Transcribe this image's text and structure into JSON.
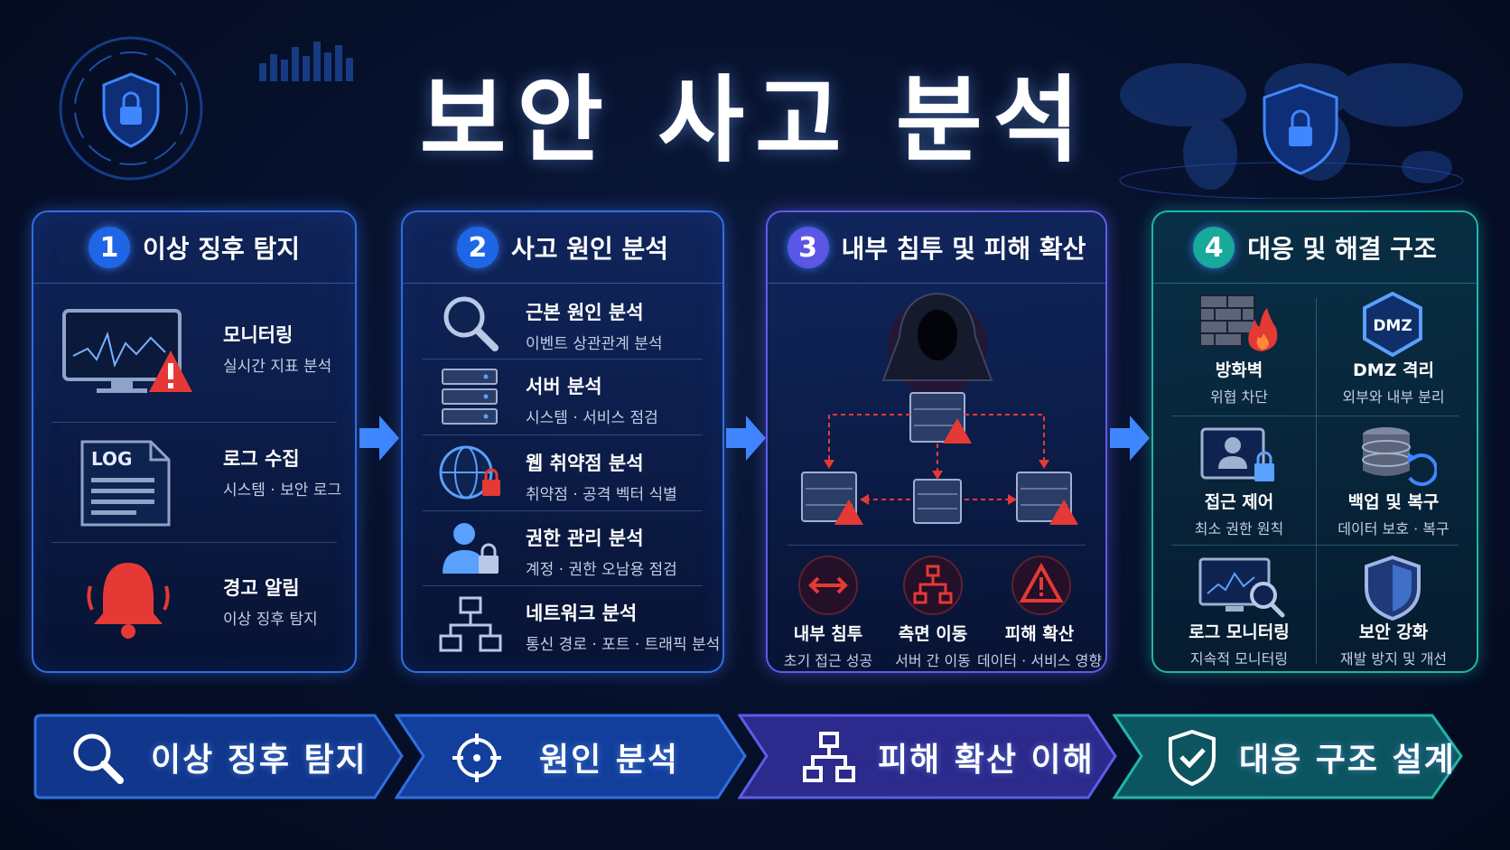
{
  "title": "보안 사고 분석",
  "deco": {
    "log_label": "LOG",
    "dmz_label": "DMZ"
  },
  "panels": [
    {
      "number": "1",
      "title": "이상 징후 탐지",
      "items": [
        {
          "label": "모니터링",
          "sub": "실시간 지표 분석",
          "icon": "monitor-alert-icon"
        },
        {
          "label": "로그 수집",
          "sub": "시스템 · 보안 로그",
          "icon": "log-document-icon"
        },
        {
          "label": "경고 알림",
          "sub": "이상 징후 탐지",
          "icon": "alarm-bell-icon"
        }
      ]
    },
    {
      "number": "2",
      "title": "사고 원인 분석",
      "items": [
        {
          "label": "근본 원인 분석",
          "sub": "이벤트 상관관계 분석",
          "icon": "magnifier-icon"
        },
        {
          "label": "서버 분석",
          "sub": "시스템 · 서비스 점검",
          "icon": "server-icon"
        },
        {
          "label": "웹 취약점 분석",
          "sub": "취약점 · 공격 벡터 식별",
          "icon": "web-lock-icon"
        },
        {
          "label": "권한 관리 분석",
          "sub": "계정 · 권한 오남용 점검",
          "icon": "user-lock-icon"
        },
        {
          "label": "네트워크 분석",
          "sub": "통신 경로 · 포트 · 트래픽 분석",
          "icon": "network-icon"
        }
      ]
    },
    {
      "number": "3",
      "title": "내부 침투 및 피해 확산",
      "items": [
        {
          "label": "내부 침투",
          "sub": "초기 접근 성공",
          "icon": "swap-arrow-icon"
        },
        {
          "label": "측면 이동",
          "sub": "서버 간 이동",
          "icon": "lateral-move-icon"
        },
        {
          "label": "피해 확산",
          "sub": "데이터 · 서비스 영향",
          "icon": "warning-icon"
        }
      ]
    },
    {
      "number": "4",
      "title": "대응 및 해결 구조",
      "items": [
        {
          "label": "방화벽",
          "sub": "위협 차단",
          "icon": "firewall-icon"
        },
        {
          "label": "DMZ 격리",
          "sub": "외부와 내부 분리",
          "icon": "dmz-shield-icon"
        },
        {
          "label": "접근 제어",
          "sub": "최소 권한 원칙",
          "icon": "access-control-icon"
        },
        {
          "label": "백업 및 복구",
          "sub": "데이터 보호 · 복구",
          "icon": "backup-icon"
        },
        {
          "label": "로그 모니터링",
          "sub": "지속적 모니터링",
          "icon": "log-monitor-icon"
        },
        {
          "label": "보안 강화",
          "sub": "재발 방지 및 개선",
          "icon": "shield-icon"
        }
      ]
    }
  ],
  "flow": [
    {
      "label": "이상 징후 탐지",
      "icon": "search-icon"
    },
    {
      "label": "원인 분석",
      "icon": "target-icon"
    },
    {
      "label": "피해 확산 이해",
      "icon": "network-icon"
    },
    {
      "label": "대응 구조 설계",
      "icon": "shield-check-icon"
    }
  ],
  "colors": {
    "blue": "#2f6fe0",
    "purple": "#5a5ee8",
    "teal": "#1fb6a8",
    "alert": "#e53935"
  }
}
